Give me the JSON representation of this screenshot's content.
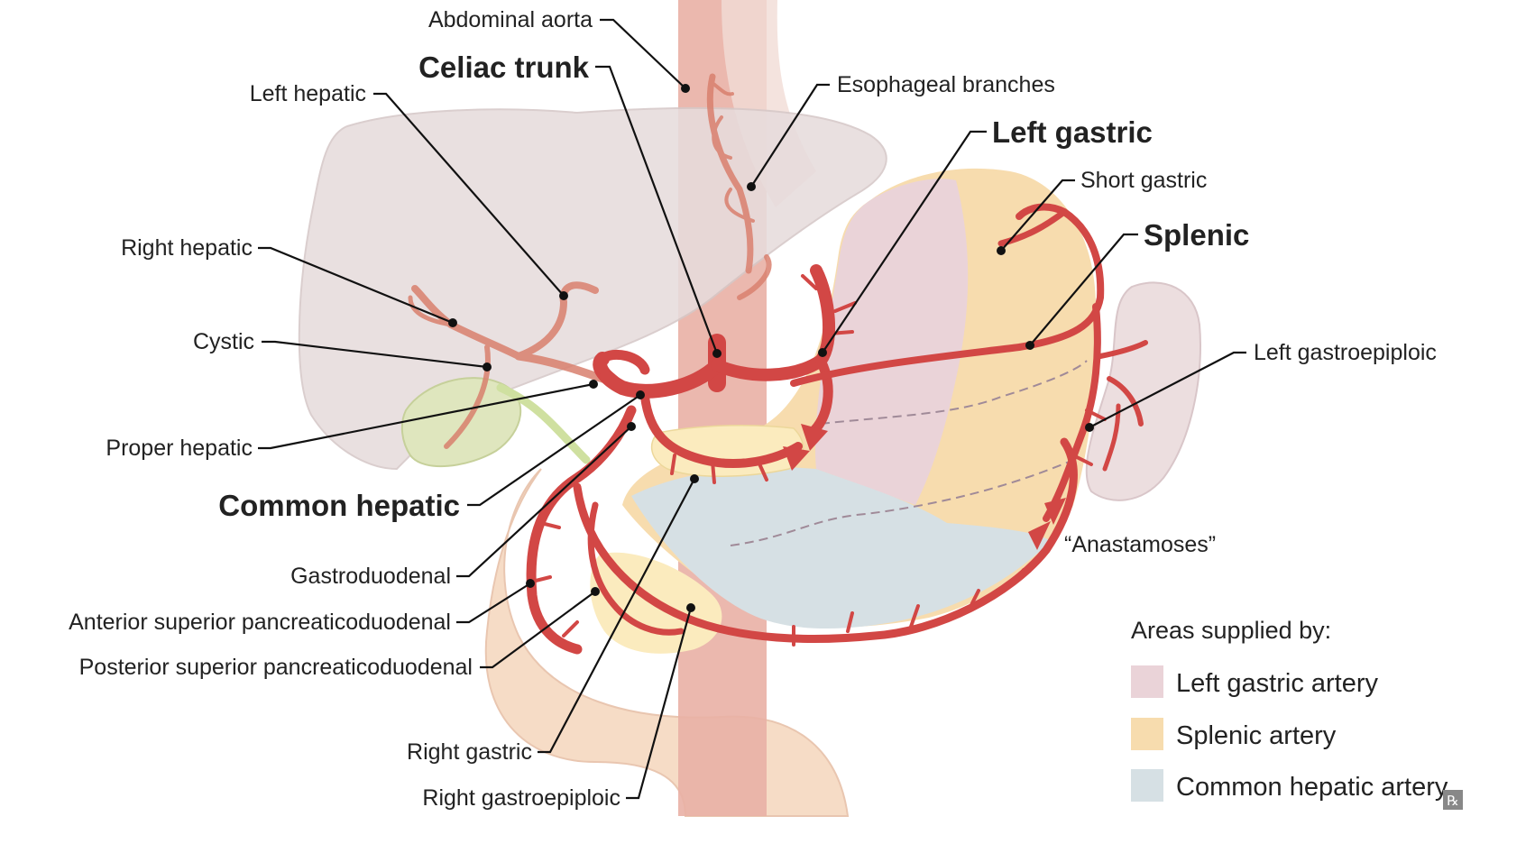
{
  "labels": {
    "abdominal_aorta": "Abdominal aorta",
    "celiac_trunk": "Celiac trunk",
    "left_hepatic": "Left hepatic",
    "esophageal_branches": "Esophageal branches",
    "left_gastric": "Left gastric",
    "short_gastric": "Short gastric",
    "right_hepatic": "Right hepatic",
    "splenic": "Splenic",
    "cystic": "Cystic",
    "left_gastroepiploic": "Left gastroepiploic",
    "proper_hepatic": "Proper hepatic",
    "common_hepatic": "Common hepatic",
    "anastamoses": "“Anastamoses”",
    "gastroduodenal": "Gastroduodenal",
    "anterior_superior_pd": "Anterior superior pancreaticoduodenal",
    "posterior_superior_pd": "Posterior superior pancreaticoduodenal",
    "right_gastric": "Right gastric",
    "right_gastroepiploic": "Right gastroepiploic"
  },
  "legend": {
    "title": "Areas supplied by:",
    "items": [
      {
        "label": "Left gastric artery",
        "color": "#ead3d8"
      },
      {
        "label": "Splenic artery",
        "color": "#f7dcae"
      },
      {
        "label": "Common hepatic artery",
        "color": "#d6e0e4"
      }
    ]
  },
  "watermark": "℞",
  "colors": {
    "artery": "#d24745",
    "aorta": "#e4a397",
    "liver": "#e7dcdc",
    "stomach_left_gastric": "#ead3d8",
    "stomach_splenic": "#f7dcae",
    "stomach_common_hepatic": "#d6e0e4",
    "spleen": "#ecdedf",
    "gallbladder": "#dfe6be",
    "duodenum": "#f6dcc6",
    "pancreas": "#fbebbe"
  }
}
